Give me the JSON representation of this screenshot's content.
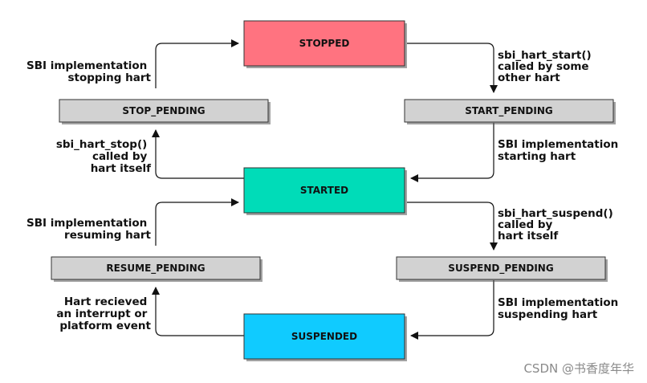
{
  "states": {
    "stopped": {
      "label": "STOPPED",
      "color": "#ff7380"
    },
    "started": {
      "label": "STARTED",
      "color": "#00dcb8"
    },
    "suspended": {
      "label": "SUSPENDED",
      "color": "#10cbff"
    },
    "stop_pending": {
      "label": "STOP_PENDING",
      "color": "#d2d2d2"
    },
    "start_pending": {
      "label": "START_PENDING",
      "color": "#d2d2d2"
    },
    "resume_pending": {
      "label": "RESUME_PENDING",
      "color": "#d2d2d2"
    },
    "suspend_pending": {
      "label": "SUSPEND_PENDING",
      "color": "#d2d2d2"
    }
  },
  "transitions": {
    "stop_pending_to_stopped": [
      "SBI implementation",
      "stopping hart"
    ],
    "started_to_stop_pending": [
      "sbi_hart_stop()",
      "called by",
      "hart itself"
    ],
    "stopped_to_start_pending": [
      "sbi_hart_start()",
      "called by some",
      "other hart"
    ],
    "start_pending_to_started": [
      "SBI implementation",
      "starting hart"
    ],
    "resume_pending_to_started": [
      "SBI implementation",
      "resuming hart"
    ],
    "suspended_to_resume_pending": [
      "Hart recieved",
      "an interrupt or",
      "platform event"
    ],
    "started_to_suspend_pending": [
      "sbi_hart_suspend()",
      "called by",
      "hart itself"
    ],
    "suspend_pending_to_suspended": [
      "SBI implementation",
      "suspending hart"
    ]
  },
  "watermark": "CSDN @书香度年华"
}
